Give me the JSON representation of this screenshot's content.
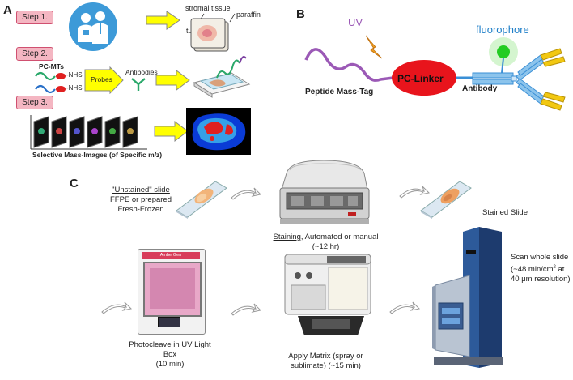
{
  "panel_a": {
    "letter": "A",
    "steps": [
      "Step 1.",
      "Step 2.",
      "Step 3."
    ],
    "tissue_labels": {
      "stromal": "stromal tissue",
      "paraffin": "paraffin",
      "tumor": "tumor"
    },
    "pc_mts": "PC-MTs",
    "nhs": "-NHS",
    "probes": "Probes",
    "antibodies": "Antibodies",
    "selective_caption": "Selective Mass-Images (of Specific m/z)"
  },
  "panel_b": {
    "letter": "B",
    "uv": "UV",
    "fluorophore": "fluorophore",
    "pc_linker": "PC-Linker",
    "peptide_mass_tag": "Peptide Mass-Tag",
    "antibody": "Antibody"
  },
  "panel_c": {
    "letter": "C",
    "unstained_title": "\"Unstained\" slide",
    "unstained_line2": "FFPE or prepared",
    "unstained_line3": "Fresh-Frozen",
    "staining_word": "Staining",
    "staining_rest": ",  Automated or manual",
    "staining_time": "(~12 hr)",
    "stained_slide": "Stained Slide",
    "box_brand": "AmberGen",
    "photocleave_l1": "Photocleave in UV Light",
    "photocleave_l2": "Box",
    "photocleave_l3": "(10 min)",
    "matrix_l1": "Apply Matrix (spray or",
    "matrix_l2": "sublimate) (~15 min)",
    "scan_l1": "Scan whole slide",
    "scan_l2a": "(~48 min/cm",
    "scan_l2sup": "2",
    "scan_l2b": " at",
    "scan_l3": "40 μm resolution)"
  },
  "colors": {
    "step_fill": "#f4b6c2",
    "arrow_yellow": "#ffff00",
    "pc_linker_red": "#e8141c",
    "peptide_purple": "#9b59b6",
    "fluorophore_green": "#22cc22",
    "antibody_blue": "#3a8fd6",
    "antibody_yellow": "#f2c811",
    "uv_bolt": "#f0a020"
  }
}
